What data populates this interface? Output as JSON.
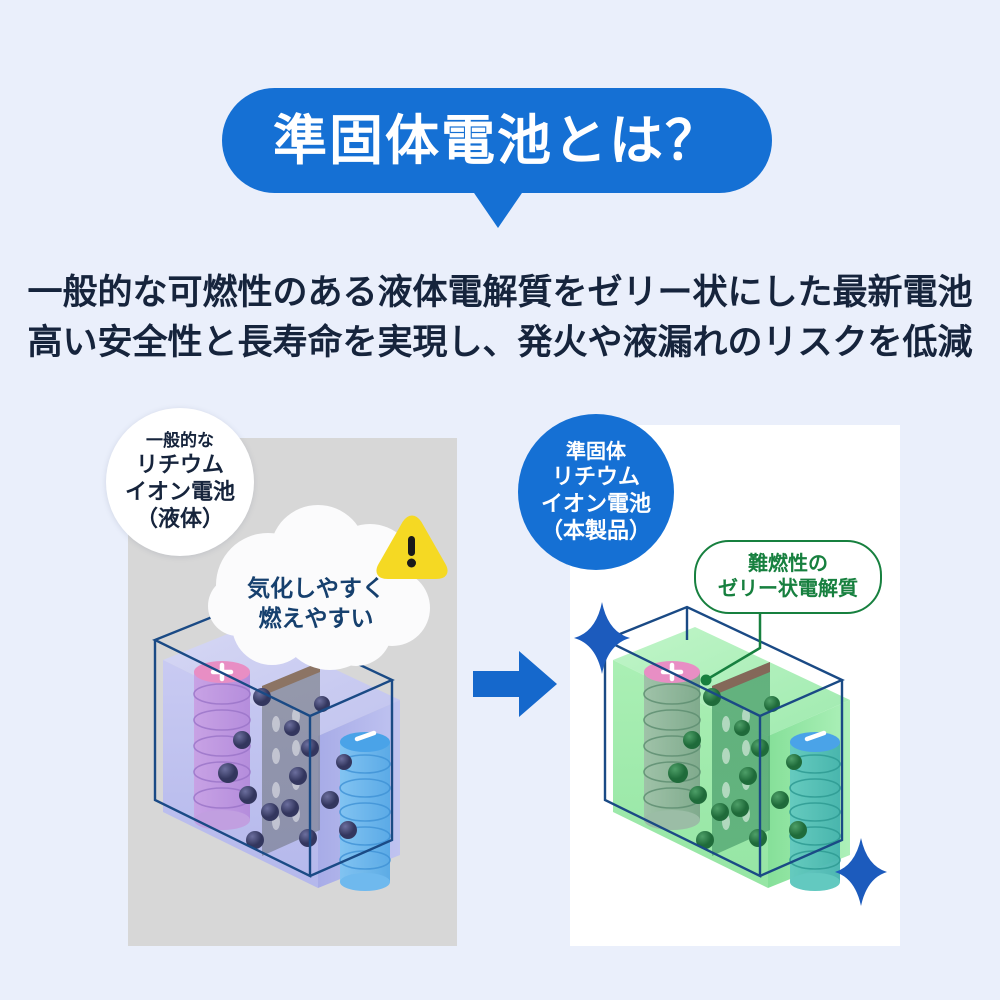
{
  "background_color": "#eaeffb",
  "title": {
    "text": "準固体電池とは？",
    "bubble_color": "#1570d4",
    "text_color": "#ffffff"
  },
  "lead": {
    "line1": "一般的な可燃性のある液体電解質をゼリー状にした最新電池",
    "line2": "高い安全性と長寿命を実現し、発火や液漏れのリスクを低減",
    "text_color": "#16243c"
  },
  "left_panel": {
    "background_color": "#d7d7d7",
    "label": {
      "line1": "一般的な",
      "line2": "リチウム",
      "line3": "イオン電池",
      "line4": "（液体）",
      "circle_color": "#ffffff",
      "text_color": "#16243c"
    },
    "cloud_callout": {
      "line1": "気化しやすく",
      "line2": "燃えやすい",
      "text_color": "#16406e",
      "cloud_color": "#ffffff",
      "warning_icon": "warning-triangle-icon",
      "warning_color": "#f5d923"
    },
    "battery": {
      "electrolyte_label": "liquid-electrolyte",
      "electrolyte_color": "#b6b9f2",
      "positive_terminal": "+",
      "negative_terminal": "−",
      "positive_cap_color": "#e88ec4",
      "negative_cap_color": "#4aa3e8",
      "ion_color": "#3b3e69",
      "frame_color": "#1a4a85"
    }
  },
  "arrow": {
    "icon": "right-arrow-icon",
    "color": "#1568cc"
  },
  "right_panel": {
    "background_color": "#ffffff",
    "label": {
      "line1": "準固体",
      "line2": "リチウム",
      "line3": "イオン電池",
      "line4": "（本製品）",
      "circle_color": "#1570d4",
      "text_color": "#ffffff"
    },
    "green_callout": {
      "line1": "難燃性の",
      "line2": "ゼリー状電解質",
      "border_color": "#17803f",
      "text_color": "#17803f"
    },
    "sparkles": [
      "sparkle-icon-top-left",
      "sparkle-icon-bottom-right"
    ],
    "sparkle_color": "#1c5bbd",
    "battery": {
      "electrolyte_label": "gel-electrolyte",
      "electrolyte_color": "#8ee79a",
      "positive_terminal": "+",
      "negative_terminal": "−",
      "positive_cap_color": "#e88ec4",
      "negative_cap_color": "#4aa3e8",
      "ion_color": "#2f7a48",
      "frame_color": "#1a4a85"
    }
  }
}
